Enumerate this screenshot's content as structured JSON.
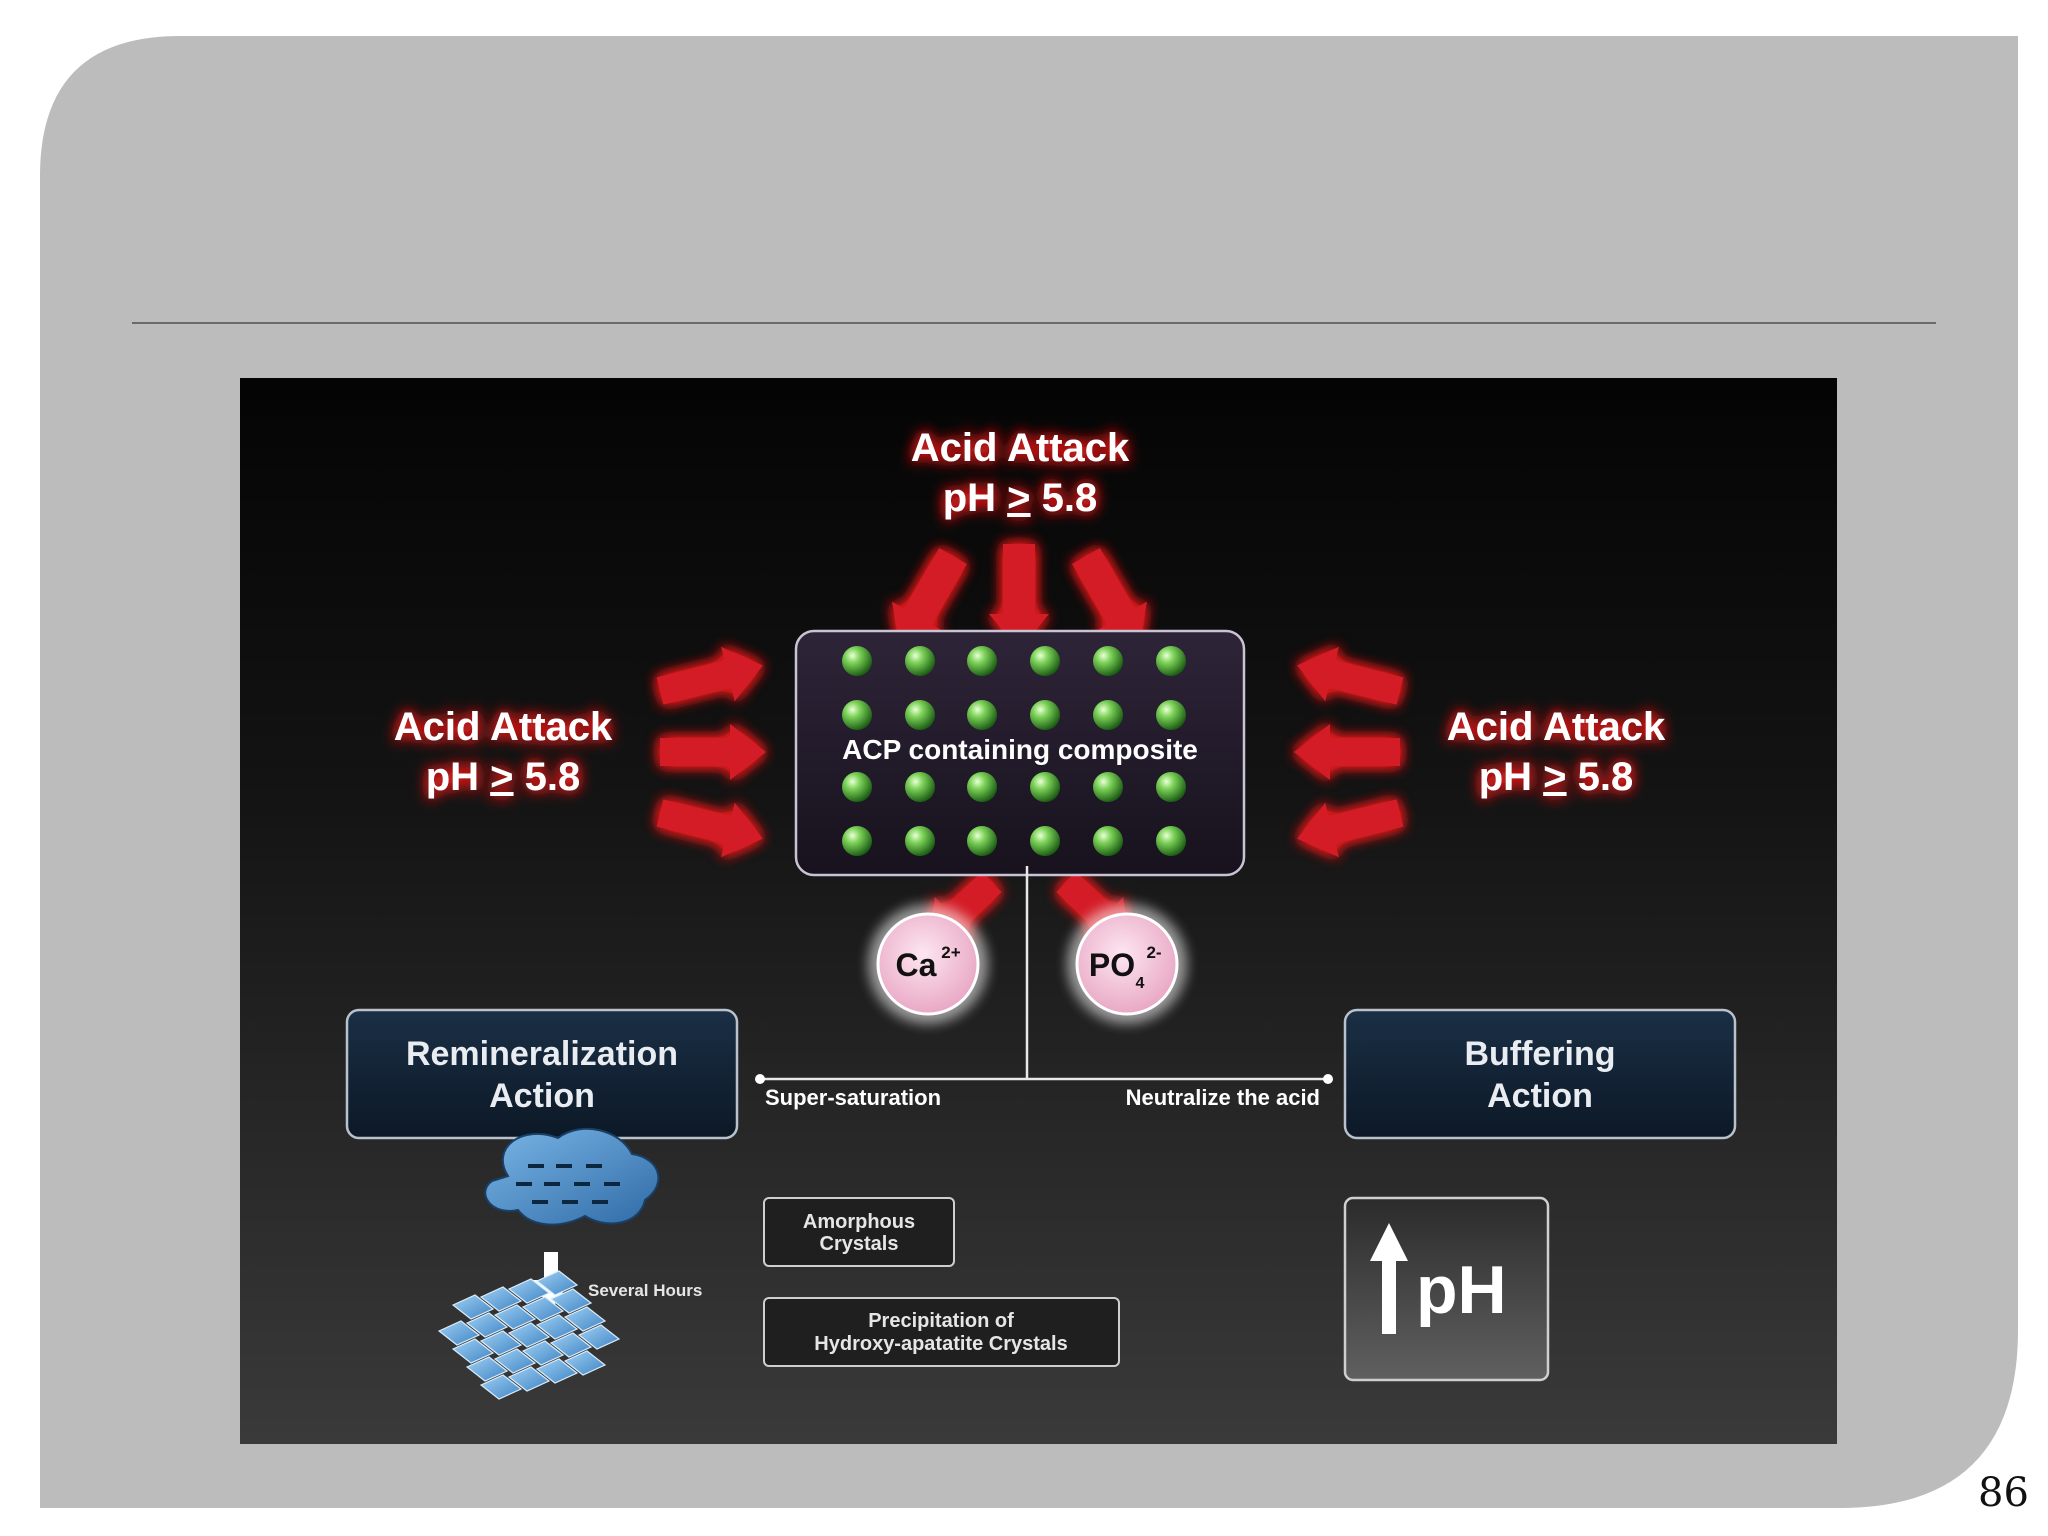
{
  "slide": {
    "page_number": "86",
    "colors": {
      "panel": "#bcbcbc",
      "rule": "#666666"
    }
  },
  "diagram": {
    "acid_attack_top": {
      "line1": "Acid Attack",
      "ph_label": "pH",
      "ge_symbol": ">",
      "ph_value": "5.8"
    },
    "acid_attack_left": {
      "line1": "Acid Attack",
      "ph_label": "pH",
      "ge_symbol": ">",
      "ph_value": "5.8"
    },
    "acid_attack_right": {
      "line1": "Acid Attack",
      "ph_label": "pH",
      "ge_symbol": ">",
      "ph_value": "5.8"
    },
    "composite_label": "ACP containing composite",
    "calcium_ion": {
      "base": "Ca",
      "charge": "2+"
    },
    "phosphate_ion": {
      "base": "PO",
      "subscript": "4",
      "charge": "2-"
    },
    "remineralization": {
      "line1": "Remineralization",
      "line2": "Action"
    },
    "buffering": {
      "line1": "Buffering",
      "line2": "Action"
    },
    "super_saturation": "Super-saturation",
    "neutralize": "Neutralize the acid",
    "several_hours": "Several Hours",
    "amorphous": {
      "line1": "Amorphous",
      "line2": "Crystals"
    },
    "precipitation": {
      "line1": "Precipitation of",
      "line2": "Hydroxy-apatatite Crystals"
    },
    "ph_box": {
      "label": "pH"
    },
    "colors": {
      "arrow_red": "#d41f26",
      "glow_red": "#ff2a2a",
      "sphere_green": "#3ea02e",
      "ion_pink": "#f2b8d2",
      "crystal_blue": "#5b9bd5",
      "box_border": "#b9c2cc"
    }
  }
}
